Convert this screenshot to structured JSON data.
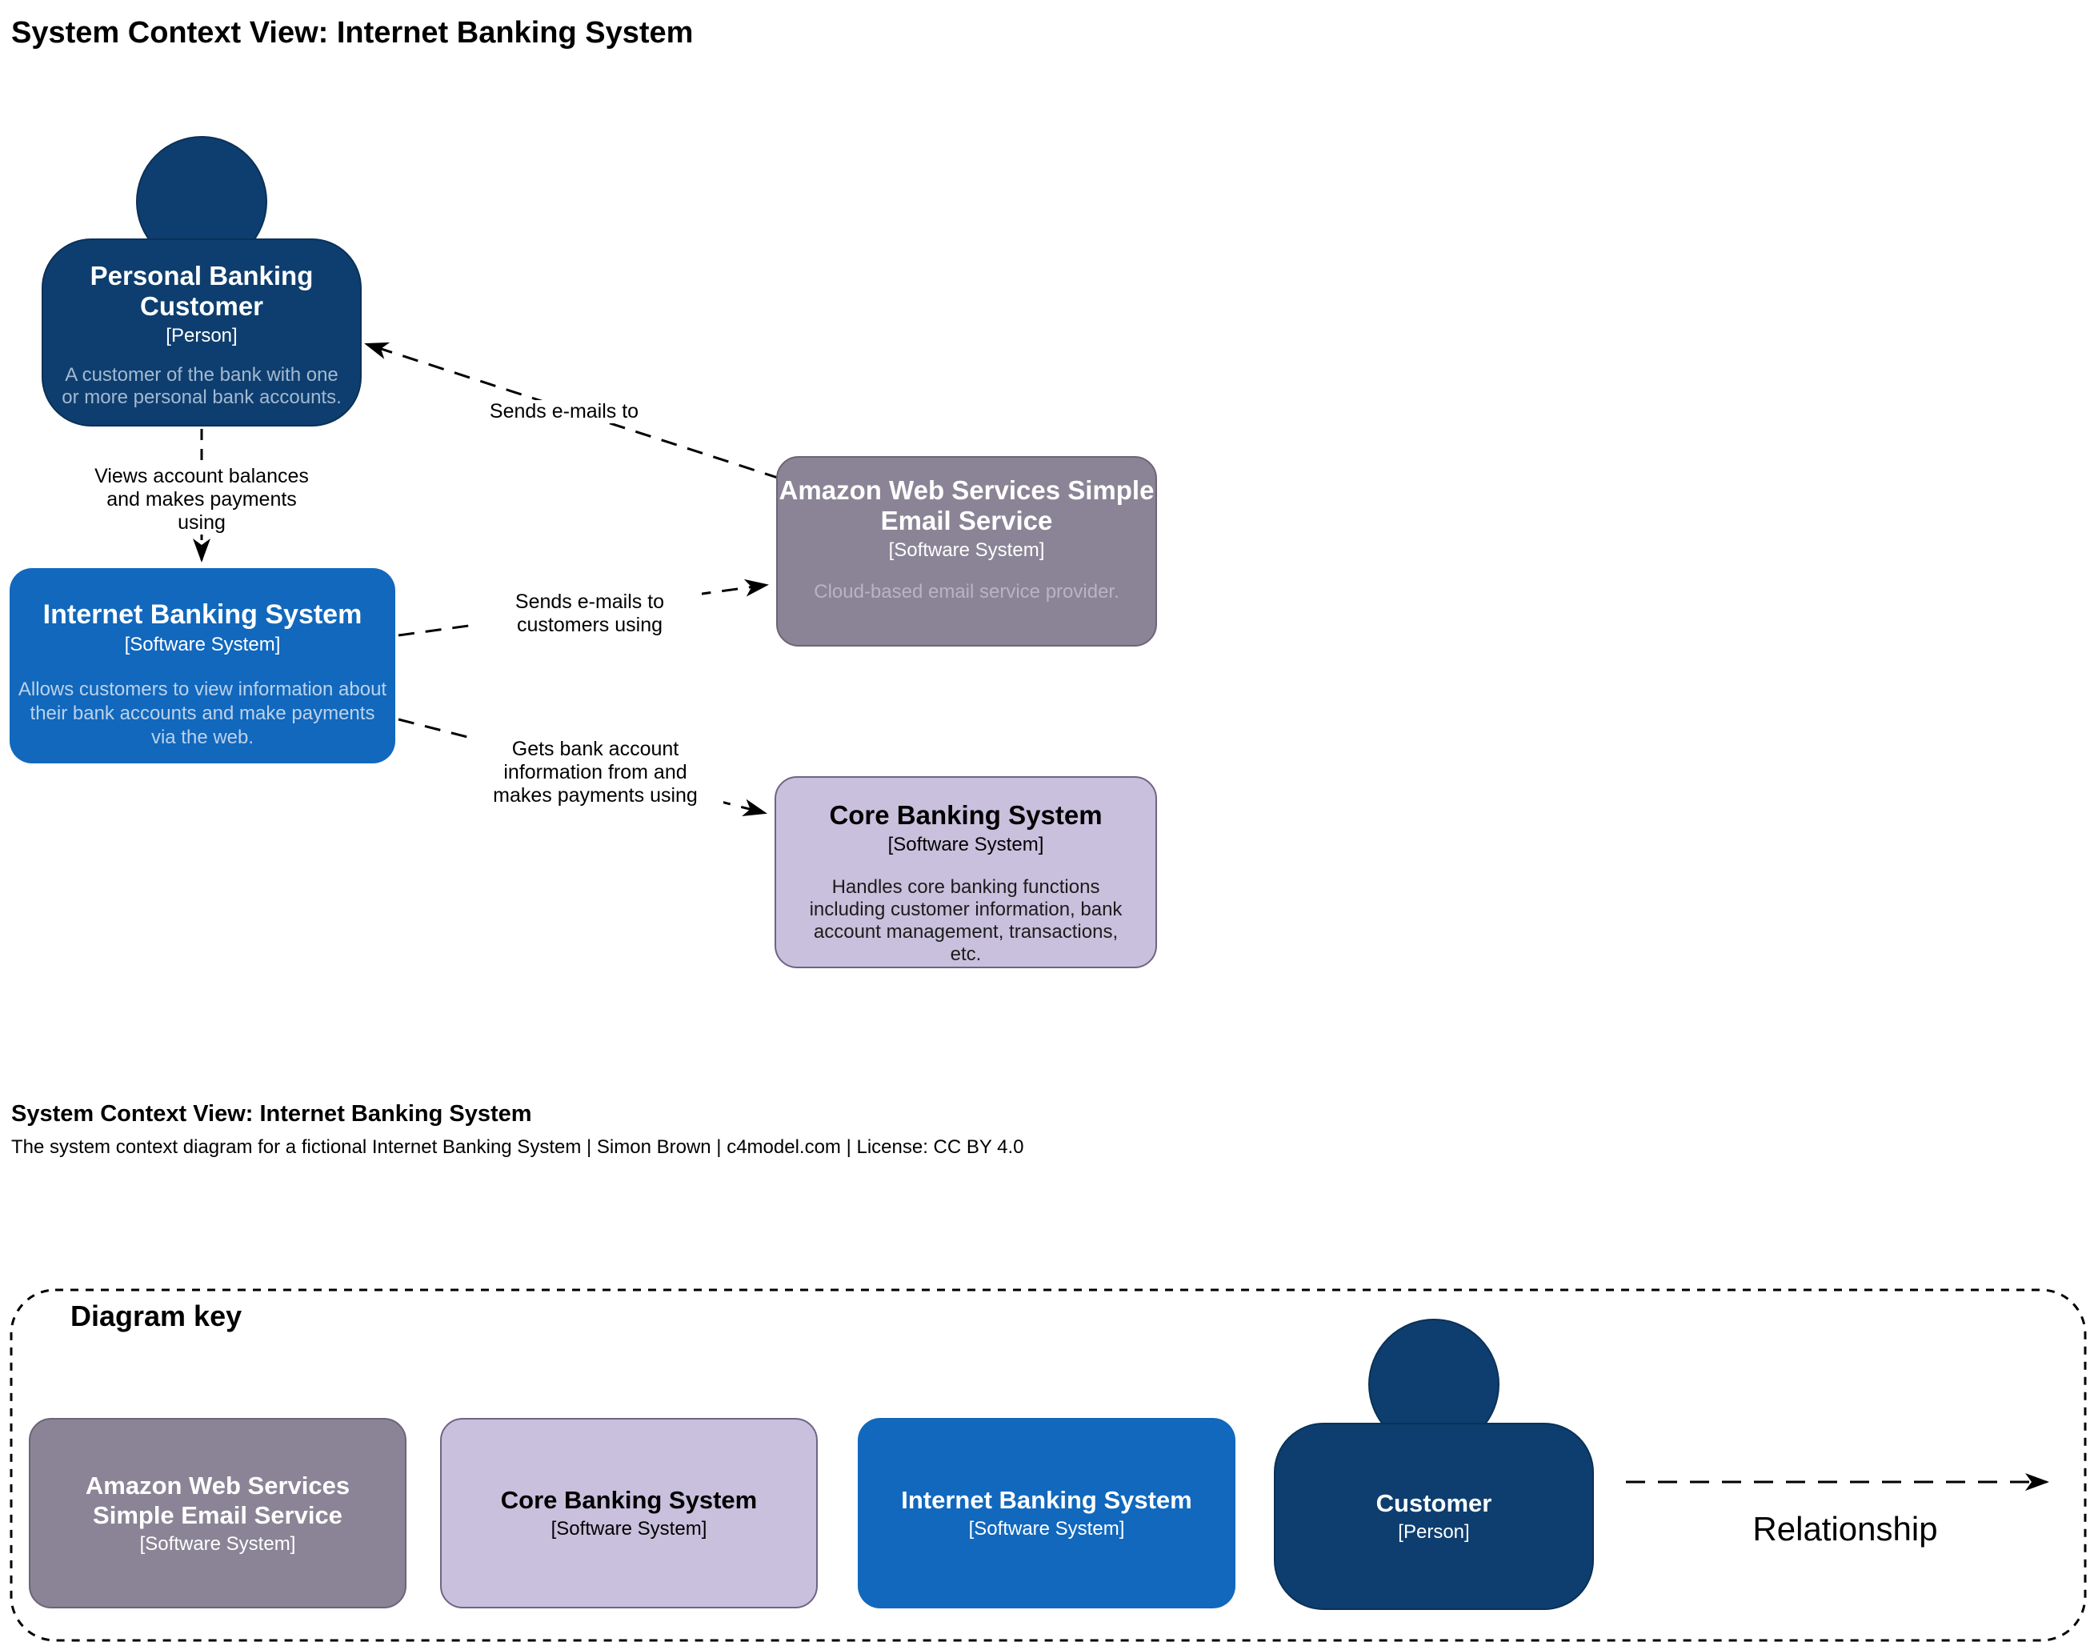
{
  "page": {
    "title": "System Context View: Internet Banking System"
  },
  "caption": {
    "title": "System Context View: Internet Banking System",
    "subtitle": "The system context diagram for a fictional Internet Banking System | Simon Brown | c4model.com | License: CC BY 4.0"
  },
  "colors": {
    "person_bg": "#0d3e6f",
    "internal_system_bg": "#1168bd",
    "external_system_bg": "#8a8496",
    "external_system_border": "#6b6576",
    "existing_system_bg": "#c8c0dc",
    "existing_system_border": "#6f6484",
    "line": "#000000",
    "background": "#ffffff"
  },
  "nodes": {
    "personal_banking_customer": {
      "name": "Personal Banking\nCustomer",
      "meta": "[Person]",
      "description": "A customer of the bank with one or more personal bank accounts."
    },
    "internet_banking_system": {
      "name": "Internet Banking System",
      "meta": "[Software System]",
      "description": "Allows customers to view information about their bank accounts and make payments via the web."
    },
    "aws_simple_email_service": {
      "name": "Amazon Web Services Simple\nEmail Service",
      "meta": "[Software System]",
      "description": "Cloud-based email service provider."
    },
    "core_banking_system": {
      "name": "Core Banking System",
      "meta": "[Software System]",
      "description": "Handles core banking functions including customer information, bank account management, transactions, etc."
    }
  },
  "relationships": {
    "customer_to_ibs": "Views account balances\nand makes payments\nusing",
    "ses_to_customer": "Sends e-mails to",
    "ibs_to_ses": "Sends e-mails to\ncustomers using",
    "ibs_to_core": "Gets bank account\ninformation from and\nmakes payments using"
  },
  "key": {
    "title": "Diagram key",
    "items": [
      {
        "name": "Amazon Web Services\nSimple Email Service",
        "meta": "[Software System]"
      },
      {
        "name": "Core Banking System",
        "meta": "[Software System]"
      },
      {
        "name": "Internet Banking System",
        "meta": "[Software System]"
      },
      {
        "name": "Customer",
        "meta": "[Person]"
      },
      {
        "label": "Relationship"
      }
    ]
  }
}
